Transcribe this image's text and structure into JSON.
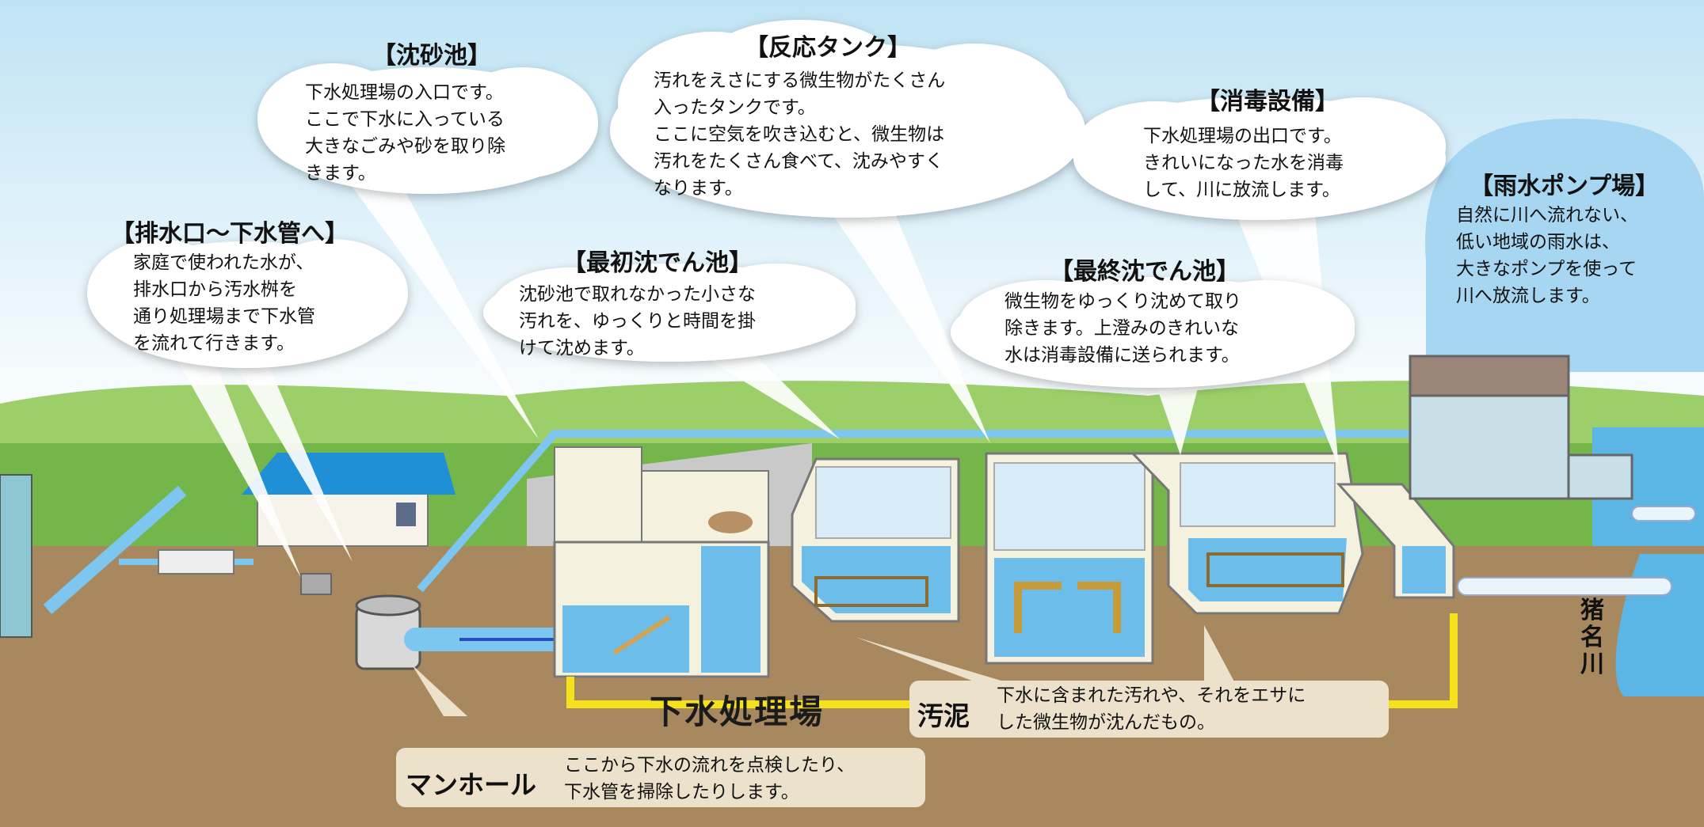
{
  "plant_name": "下水処理場",
  "sections": {
    "chinsachi": {
      "title": "【沈砂池】",
      "text": "下水処理場の入口です。\nここで下水に入っている\n大きなごみや砂を取り除\nきます。"
    },
    "hanno_tank": {
      "title": "【反応タンク】",
      "text": "汚れをえさにする微生物がたくさん\n入ったタンクです。\nここに空気を吹き込むと、微生物は\n汚れをたくさん食べて、沈みやすく\nなります。"
    },
    "shodoku": {
      "title": "【消毒設備】",
      "text": "下水処理場の出口です。\nきれいになった水を消毒\nして、川に放流します。"
    },
    "haisuiguchi": {
      "title": "【排水口～下水管へ】",
      "text": "家庭で使われた水が、\n排水口から汚水桝を\n通り処理場まで下水管\nを流れて行きます。"
    },
    "saisho_chinden": {
      "title": "【最初沈でん池】",
      "text": "沈砂池で取れなかった小さな\n汚れを、ゆっくりと時間を掛\nけて沈めます。"
    },
    "saishu_chinden": {
      "title": "【最終沈でん池】",
      "text": "微生物をゆっくり沈めて取り\n除きます。上澄みのきれいな\n水は消毒設備に送られます。"
    },
    "usui_pump": {
      "title": "【雨水ポンプ場】",
      "text": "自然に川へ流れない、\n低い地域の雨水は、\n大きなポンプを使って\n川へ放流します。"
    }
  },
  "notes": {
    "manhole": {
      "title": "マンホール",
      "text": "ここから下水の流れを点検したり、\n下水管を掃除したりします。"
    },
    "odei": {
      "title": "汚泥",
      "text": "下水に含まれた汚れや、それをエサに\nした微生物が沈んだもの。"
    }
  },
  "river_label": "猪名川",
  "colors": {
    "sky_top": "#bfe3f4",
    "grass": "#74b64a",
    "hills": "#9ccf6a",
    "ground": "#a8895f",
    "water": "#6cbde9",
    "pipe": "#7cc6ef",
    "sludge_line": "#f5e21a",
    "roof": "#1f8fd6",
    "note_bg": "#ece2cc"
  }
}
